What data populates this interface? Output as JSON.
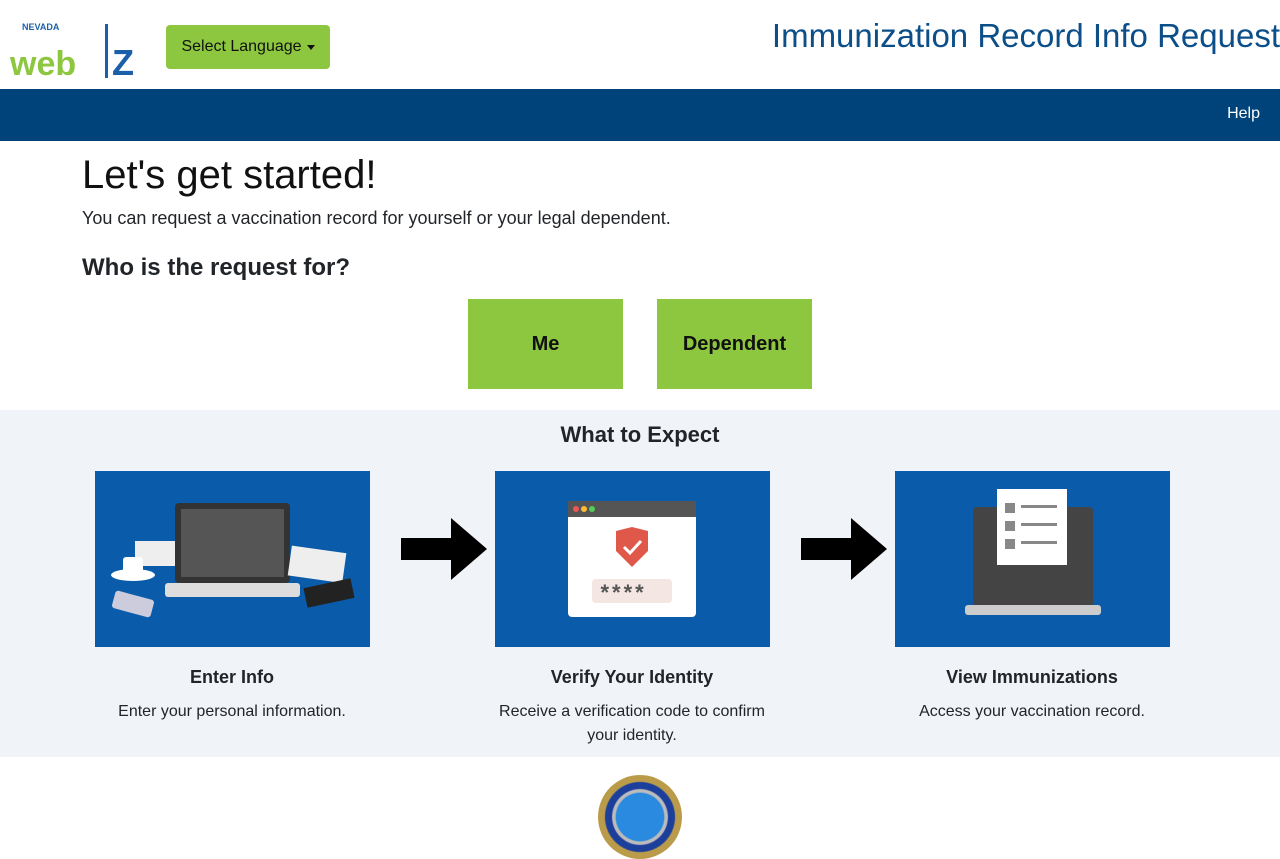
{
  "header": {
    "logo_text": "NEVADA webIZ",
    "language_button": "Select Language",
    "title": "Immunization Record Info Request"
  },
  "nav": {
    "help": "Help"
  },
  "main": {
    "heading": "Let's get started!",
    "subtext": "You can request a vaccination record for yourself or your legal dependent.",
    "question": "Who is the request for?",
    "options": [
      "Me",
      "Dependent"
    ]
  },
  "expect": {
    "heading": "What to Expect",
    "steps": [
      {
        "title": "Enter Info",
        "desc": "Enter your personal information."
      },
      {
        "title": "Verify Your Identity",
        "desc": "Receive a verification code to confirm your identity.",
        "code": "****"
      },
      {
        "title": "View Immunizations",
        "desc": "Access your vaccination record."
      }
    ]
  },
  "colors": {
    "brand_green": "#8dc63f",
    "nav_blue": "#00437a",
    "title_blue": "#0b4e88",
    "illustration_blue": "#0a5caa"
  }
}
